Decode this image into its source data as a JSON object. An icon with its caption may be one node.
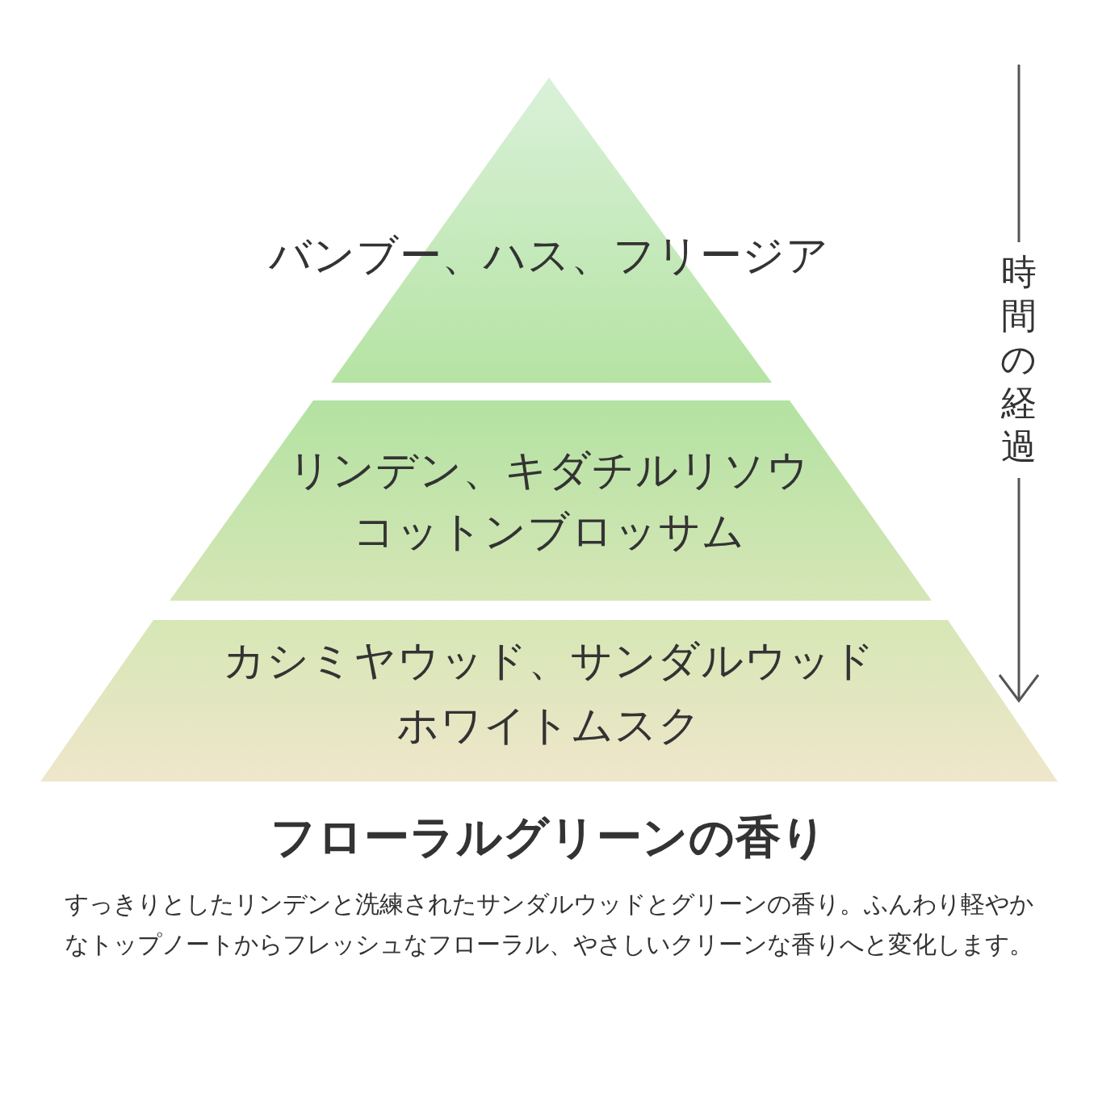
{
  "diagram": {
    "title": "フローラルグリーンの香り",
    "caption": "すっきりとしたリンデンと洗練されたサンダルウッドとグリーンの香り。ふんわり軽やかなトップノートからフレッシュなフローラル、やさしいクリーンな香りへと変化します。",
    "nodes": [
      {
        "text": [
          "バンブー、ハス、フリージア"
        ]
      },
      {
        "text": [
          "リンデン、キダチルリソウ",
          "コットンブロッサム"
        ]
      },
      {
        "text": [
          "カシミヤウッド、サンダルウッド",
          "ホワイトムスク"
        ]
      }
    ],
    "edges": [],
    "labels": [
      "時間の経過"
    ]
  }
}
